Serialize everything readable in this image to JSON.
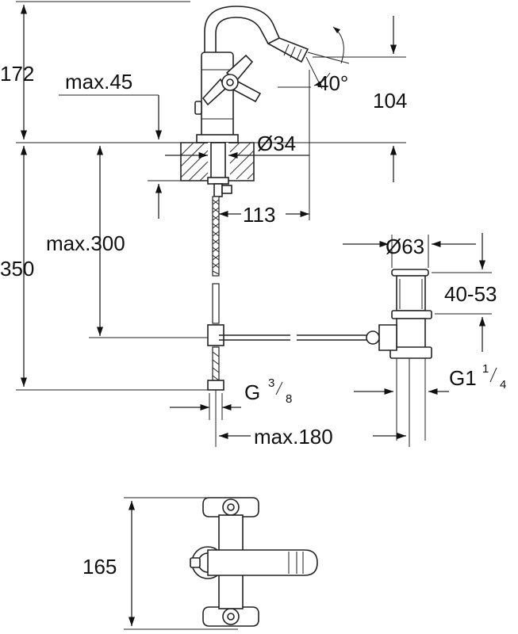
{
  "dimensions": {
    "height_upper": "172",
    "max_45": "max.45",
    "angle": "40°",
    "spout_height": "104",
    "hole_diameter": "Ø34",
    "spout_reach": "113",
    "max_300": "max.300",
    "total_height": "350",
    "waste_diameter": "Ø63",
    "waste_range": "40-53",
    "connection_base": "G",
    "connection_num": "3",
    "connection_den": "8",
    "waste_thread_base": "G1",
    "waste_thread_num": "1",
    "waste_thread_den": "4",
    "max_180": "max.180",
    "top_view_depth": "165"
  }
}
